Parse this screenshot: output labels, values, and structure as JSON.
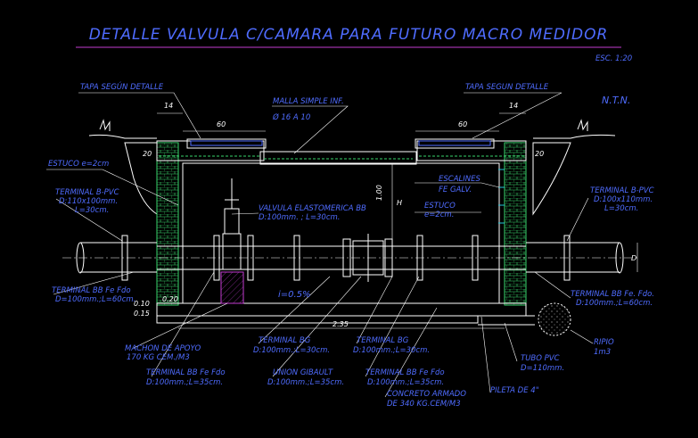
{
  "title": "DETALLE   VALVULA C/CAMARA  PARA  FUTURO  MACRO MEDIDOR",
  "scale": "ESC. 1:20",
  "labels": {
    "tapa_left": "TAPA SEGÚN DETALLE",
    "tapa_right": "TAPA SEGUN DETALLE",
    "ntn": "N.T.N.",
    "malla": "MALLA SIMPLE INF.",
    "malla_diam": "Ø 16 A 10",
    "estuco_left": "ESTUCO e=2cm",
    "escalines_1": "ESCALINES",
    "escalines_2": "FE GALV.",
    "estuco_right_1": "ESTUCO",
    "estuco_right_2": "e=2cm.",
    "terminal_left_1": "TERMINAL B-PVC",
    "terminal_left_2": "D:110x100mm.",
    "terminal_left_3": "L=30cm.",
    "terminal_right_1": "TERMINAL B-PVC",
    "terminal_right_2": "D:100x110mm.",
    "terminal_right_3": "L=30cm.",
    "valvula_1": "VALVULA ELASTOMERICA BB",
    "valvula_2": "D:100mm. ; L=30cm.",
    "terminal_bb_left_1": "TERMINAL BB Fe Fdo",
    "terminal_bb_left_2": "D=100mm.;L=60cm.",
    "terminal_bb_right_1": "TERMINAL BB Fe. Fdo.",
    "terminal_bb_right_2": "D:100mm.;L=60cm.",
    "pendiente": "i=0.5%",
    "machon_1": "MACHON DE APOYO",
    "machon_2": "170 KG CEM./M3",
    "terminal_bg1_1": "TERMINAL BG",
    "terminal_bg1_2": "D:100mm.;L=30cm.",
    "terminal_bg2_1": "TERMINAL BG",
    "terminal_bg2_2": "D:100mm.;L=30cm.",
    "terminal_bb_fdo_1": "TERMINAL BB Fe Fdo",
    "terminal_bb_fdo_2": "D:100mm.;L=35cm.",
    "union_1": "UNION GIBAULT",
    "union_2": "D:100mm.;L=35cm.",
    "terminal_bb_fdo2_1": "TERMINAL BB Fe Fdo",
    "terminal_bb_fdo2_2": "D:100mm.;L=35cm.",
    "concreto_1": "CONCRETO ARMADO",
    "concreto_2": "DE 340 KG.CEM/M3",
    "pileta": "PILETA DE 4\"",
    "tubo_1": "TUBO PVC",
    "tubo_2": "D=110mm.",
    "ripio_1": "RIPIO",
    "ripio_2": "1m3"
  },
  "dims": {
    "d14_left": "14",
    "d60_left": "60",
    "d60_right": "60",
    "d14_right": "14",
    "d20_left": "20",
    "d20_right": "20",
    "d100": "1.00",
    "dH": "H",
    "dD": "D",
    "d020": "0.20",
    "d235": "2.35",
    "d010": "0.10",
    "d015": "0.15"
  }
}
